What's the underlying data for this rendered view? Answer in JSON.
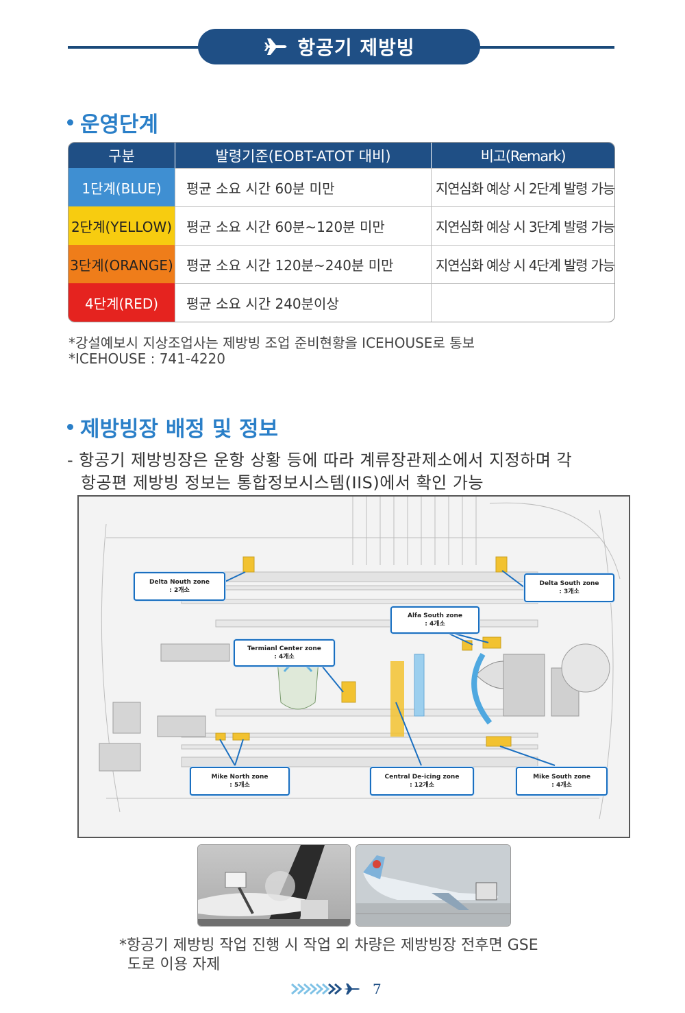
{
  "header": {
    "title": "항공기 제방빙"
  },
  "section1": {
    "heading": "운영단계",
    "table": {
      "headers": [
        "구분",
        "발령기준(EOBT-ATOT 대비)",
        "비고(Remark)"
      ],
      "rows": [
        {
          "stage": "1단계(BLUE)",
          "color": "#3f8fd2",
          "text_color": "#ffffff",
          "criterion": "평균 소요 시간 60분 미만",
          "remark": "지연심화 예상 시 2단계 발령 가능"
        },
        {
          "stage": "2단계(YELLOW)",
          "color": "#f7cc10",
          "text_color": "#222222",
          "criterion": "평균 소요 시간 60분~120분 미만",
          "remark": "지연심화 예상 시 3단계 발령 가능"
        },
        {
          "stage": "3단계(ORANGE)",
          "color": "#ef7d1a",
          "text_color": "#222222",
          "criterion": "평균 소요 시간 120분~240분 미만",
          "remark": "지연심화 예상 시 4단계 발령 가능"
        },
        {
          "stage": "4단계(RED)",
          "color": "#e5231f",
          "text_color": "#ffffff",
          "criterion": "평균 소요 시간 240분이상",
          "remark": ""
        }
      ]
    },
    "notes": [
      "강설예보시 지상조업사는 제방빙 조업 준비현황을 ICEHOUSE로 통보",
      "ICEHOUSE : 741-4220"
    ]
  },
  "section2": {
    "heading": "제방빙장 배정 및 정보",
    "description_line1": "- 항공기 제방빙장은 운항 상황 등에 따라 계류장관제소에서 지정하며 각",
    "description_line2": "항공편 제방빙 정보는 통합정보시스템(IIS)에서 확인 가능",
    "map_zones": [
      {
        "name": "Delta Nouth zone",
        "count": ": 2개소"
      },
      {
        "name": "Delta South zone",
        "count": ": 3개소"
      },
      {
        "name": "Alfa South zone",
        "count": ": 4개소"
      },
      {
        "name": "Termianl Center zone",
        "count": ": 4개소"
      },
      {
        "name": "Mike North zone",
        "count": ": 5개소"
      },
      {
        "name": "Central De-icing zone",
        "count": ": 12개소"
      },
      {
        "name": "Mike South zone",
        "count": ": 4개소"
      }
    ],
    "photo_note_line1": "항공기 제방빙 작업 진행 시 작업 외 차량은 제방빙장 전후면 GSE",
    "photo_note_line2": "도로 이용 자제"
  },
  "footer": {
    "page_number": "7"
  },
  "colors": {
    "navy": "#1f4f85",
    "accent_blue": "#2a7fc8",
    "zone_yellow": "#f2c230"
  }
}
